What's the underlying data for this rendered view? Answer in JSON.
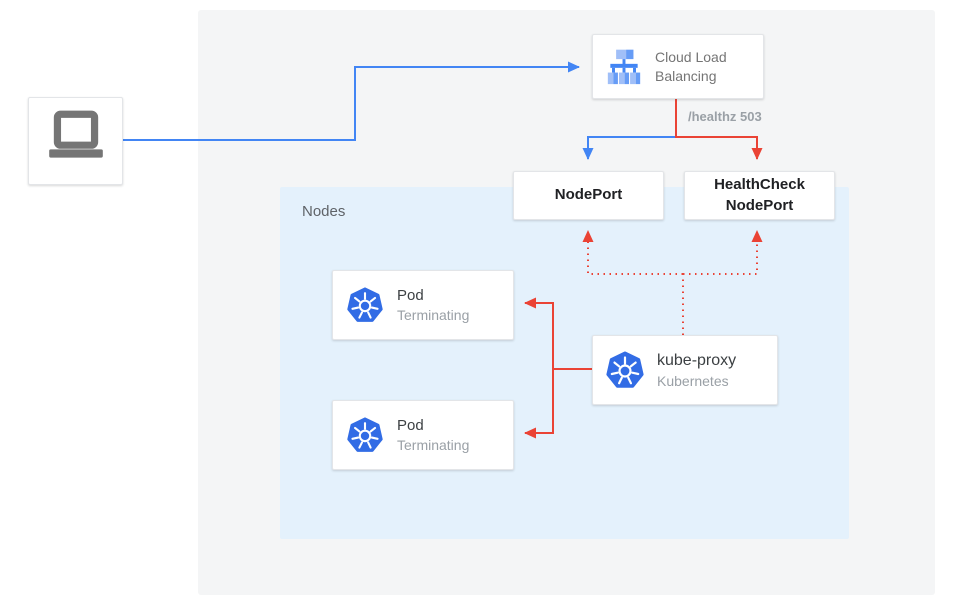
{
  "diagram": {
    "groups": {
      "nodes": {
        "label": "Nodes"
      }
    },
    "client": {
      "icon": "laptop-icon"
    },
    "cloud_load_balancing": {
      "label": "Cloud Load Balancing",
      "icon": "cloud-load-balancing-icon"
    },
    "edge_labels": {
      "healthz": "/healthz 503"
    },
    "nodeport": {
      "label": "NodePort"
    },
    "healthcheck_nodeport": {
      "label": "HealthCheck NodePort"
    },
    "pods": [
      {
        "label": "Pod",
        "status": "Terminating",
        "icon": "kubernetes-icon"
      },
      {
        "label": "Pod",
        "status": "Terminating",
        "icon": "kubernetes-icon"
      }
    ],
    "kube_proxy": {
      "label": "kube-proxy",
      "sublabel": "Kubernetes",
      "icon": "kubernetes-icon"
    },
    "colors": {
      "blue_flow": "#4285f4",
      "red_flow": "#ea4335",
      "kubernetes_blue": "#326ce5",
      "nodes_group_bg": "#e4f1fc",
      "canvas_bg": "#f4f5f6"
    },
    "edges": [
      {
        "from": "client",
        "to": "cloud-load-balancing",
        "style": "solid",
        "color": "blue"
      },
      {
        "from": "cloud-load-balancing",
        "to": "nodeport",
        "style": "solid",
        "color": "blue"
      },
      {
        "from": "cloud-load-balancing",
        "to": "healthcheck-nodeport",
        "style": "solid",
        "color": "red",
        "label": "/healthz 503"
      },
      {
        "from": "kube-proxy",
        "to": "nodeport",
        "style": "dotted",
        "color": "red"
      },
      {
        "from": "kube-proxy",
        "to": "healthcheck-nodeport",
        "style": "dotted",
        "color": "red"
      },
      {
        "from": "kube-proxy",
        "to": "pod-1",
        "style": "solid",
        "color": "red"
      },
      {
        "from": "kube-proxy",
        "to": "pod-2",
        "style": "solid",
        "color": "red"
      }
    ]
  }
}
